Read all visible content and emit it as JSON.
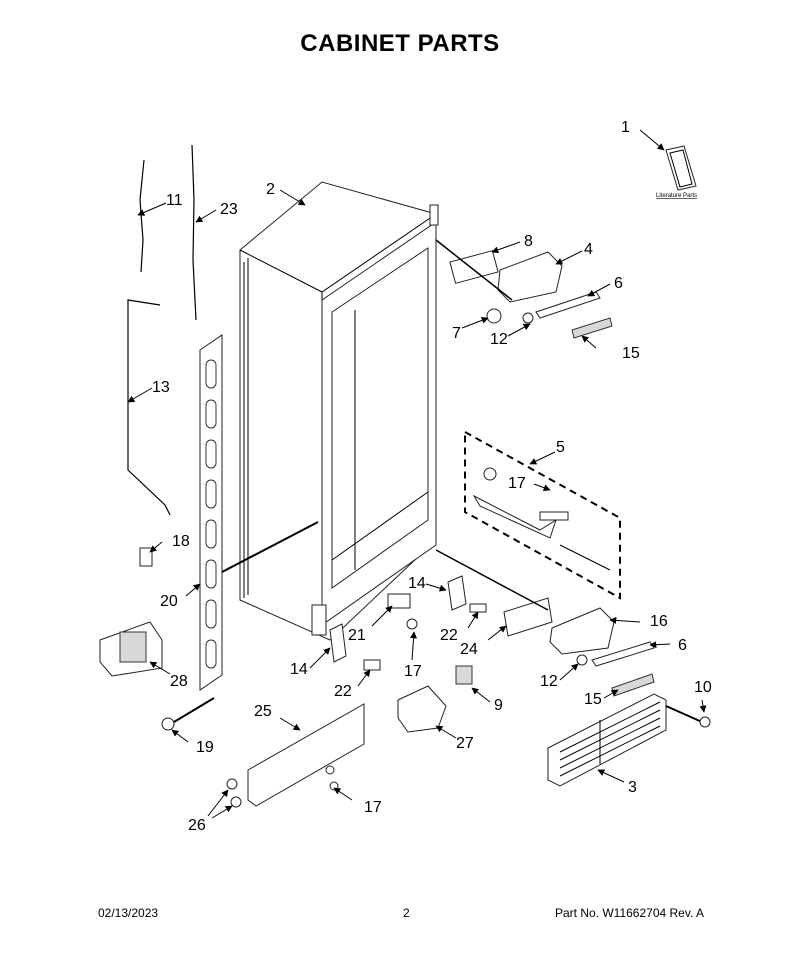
{
  "page": {
    "title": "CABINET PARTS",
    "literature_label": "Literature Parts",
    "footer": {
      "date": "02/13/2023",
      "page_number": "2",
      "part_number": "Part No.  W11662704  Rev.  A"
    }
  },
  "callouts": [
    {
      "id": "c1",
      "label": "1"
    },
    {
      "id": "c2",
      "label": "2"
    },
    {
      "id": "c3",
      "label": "3"
    },
    {
      "id": "c4",
      "label": "4"
    },
    {
      "id": "c5",
      "label": "5"
    },
    {
      "id": "c6a",
      "label": "6"
    },
    {
      "id": "c6b",
      "label": "6"
    },
    {
      "id": "c7",
      "label": "7"
    },
    {
      "id": "c8",
      "label": "8"
    },
    {
      "id": "c9",
      "label": "9"
    },
    {
      "id": "c10",
      "label": "10"
    },
    {
      "id": "c11",
      "label": "11"
    },
    {
      "id": "c12a",
      "label": "12"
    },
    {
      "id": "c12b",
      "label": "12"
    },
    {
      "id": "c13",
      "label": "13"
    },
    {
      "id": "c14a",
      "label": "14"
    },
    {
      "id": "c14b",
      "label": "14"
    },
    {
      "id": "c15a",
      "label": "15"
    },
    {
      "id": "c15b",
      "label": "15"
    },
    {
      "id": "c16",
      "label": "16"
    },
    {
      "id": "c17a",
      "label": "17"
    },
    {
      "id": "c17b",
      "label": "17"
    },
    {
      "id": "c17c",
      "label": "17"
    },
    {
      "id": "c18",
      "label": "18"
    },
    {
      "id": "c19",
      "label": "19"
    },
    {
      "id": "c20",
      "label": "20"
    },
    {
      "id": "c21",
      "label": "21"
    },
    {
      "id": "c22a",
      "label": "22"
    },
    {
      "id": "c22b",
      "label": "22"
    },
    {
      "id": "c23",
      "label": "23"
    },
    {
      "id": "c24",
      "label": "24"
    },
    {
      "id": "c25",
      "label": "25"
    },
    {
      "id": "c26",
      "label": "26"
    },
    {
      "id": "c27",
      "label": "27"
    },
    {
      "id": "c28",
      "label": "28"
    }
  ]
}
